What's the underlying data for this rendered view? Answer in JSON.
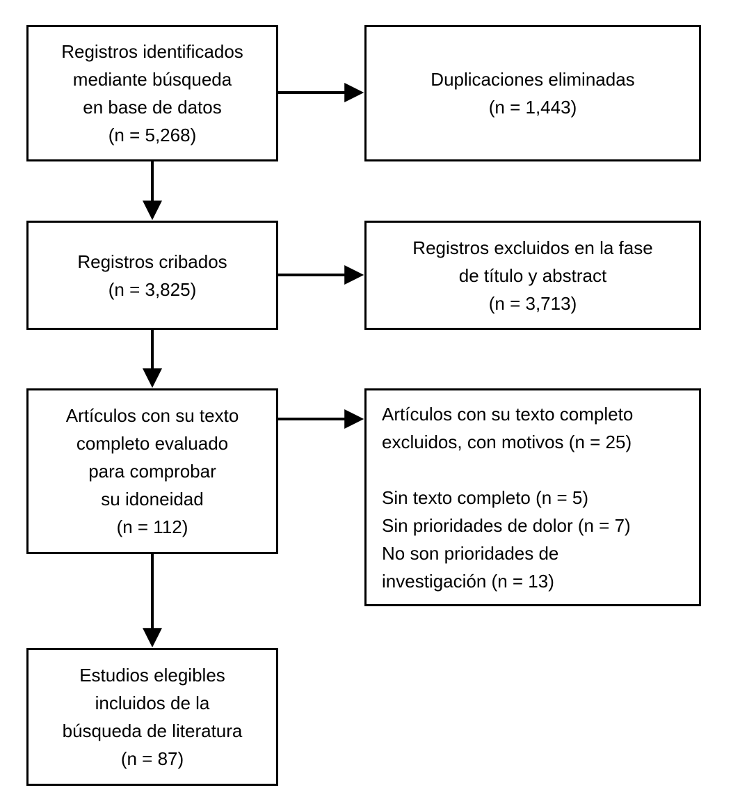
{
  "boxes": {
    "identified": {
      "lines": [
        "Registros identificados",
        "mediante búsqueda",
        "en base de datos",
        "(n = 5,268)"
      ],
      "n": 5268
    },
    "duplicates_removed": {
      "lines": [
        "Duplicaciones eliminadas",
        "(n = 1,443)"
      ],
      "n": 1443
    },
    "screened": {
      "lines": [
        "Registros cribados",
        "(n = 3,825)"
      ],
      "n": 3825
    },
    "excluded_title_abstract": {
      "lines": [
        "Registros excluidos en la fase",
        "de título y abstract",
        "(n = 3,713)"
      ],
      "n": 3713
    },
    "fulltext_assessed": {
      "lines": [
        "Artículos con su texto",
        "completo evaluado",
        "para comprobar",
        "su idoneidad",
        "(n = 112)"
      ],
      "n": 112
    },
    "fulltext_excluded": {
      "lines": [
        "Artículos con su texto completo",
        "excluidos, con motivos (n = 25)",
        "",
        "Sin texto completo (n = 5)",
        "Sin prioridades de dolor (n = 7)",
        "No son prioridades de",
        "investigación (n = 13)"
      ],
      "n": 25
    },
    "included": {
      "lines": [
        "Estudios elegibles",
        "incluidos de la",
        "búsqueda de literatura",
        "(n = 87)"
      ],
      "n": 87
    }
  },
  "arrows": [
    {
      "from": "identified",
      "to": "duplicates_removed",
      "direction": "right"
    },
    {
      "from": "identified",
      "to": "screened",
      "direction": "down"
    },
    {
      "from": "screened",
      "to": "excluded_title_abstract",
      "direction": "right"
    },
    {
      "from": "screened",
      "to": "fulltext_assessed",
      "direction": "down"
    },
    {
      "from": "fulltext_assessed",
      "to": "fulltext_excluded",
      "direction": "right"
    },
    {
      "from": "fulltext_assessed",
      "to": "included",
      "direction": "down"
    }
  ],
  "colors": {
    "background": "#ffffff",
    "box_border": "#000000",
    "text": "#000000",
    "arrow": "#000000"
  }
}
